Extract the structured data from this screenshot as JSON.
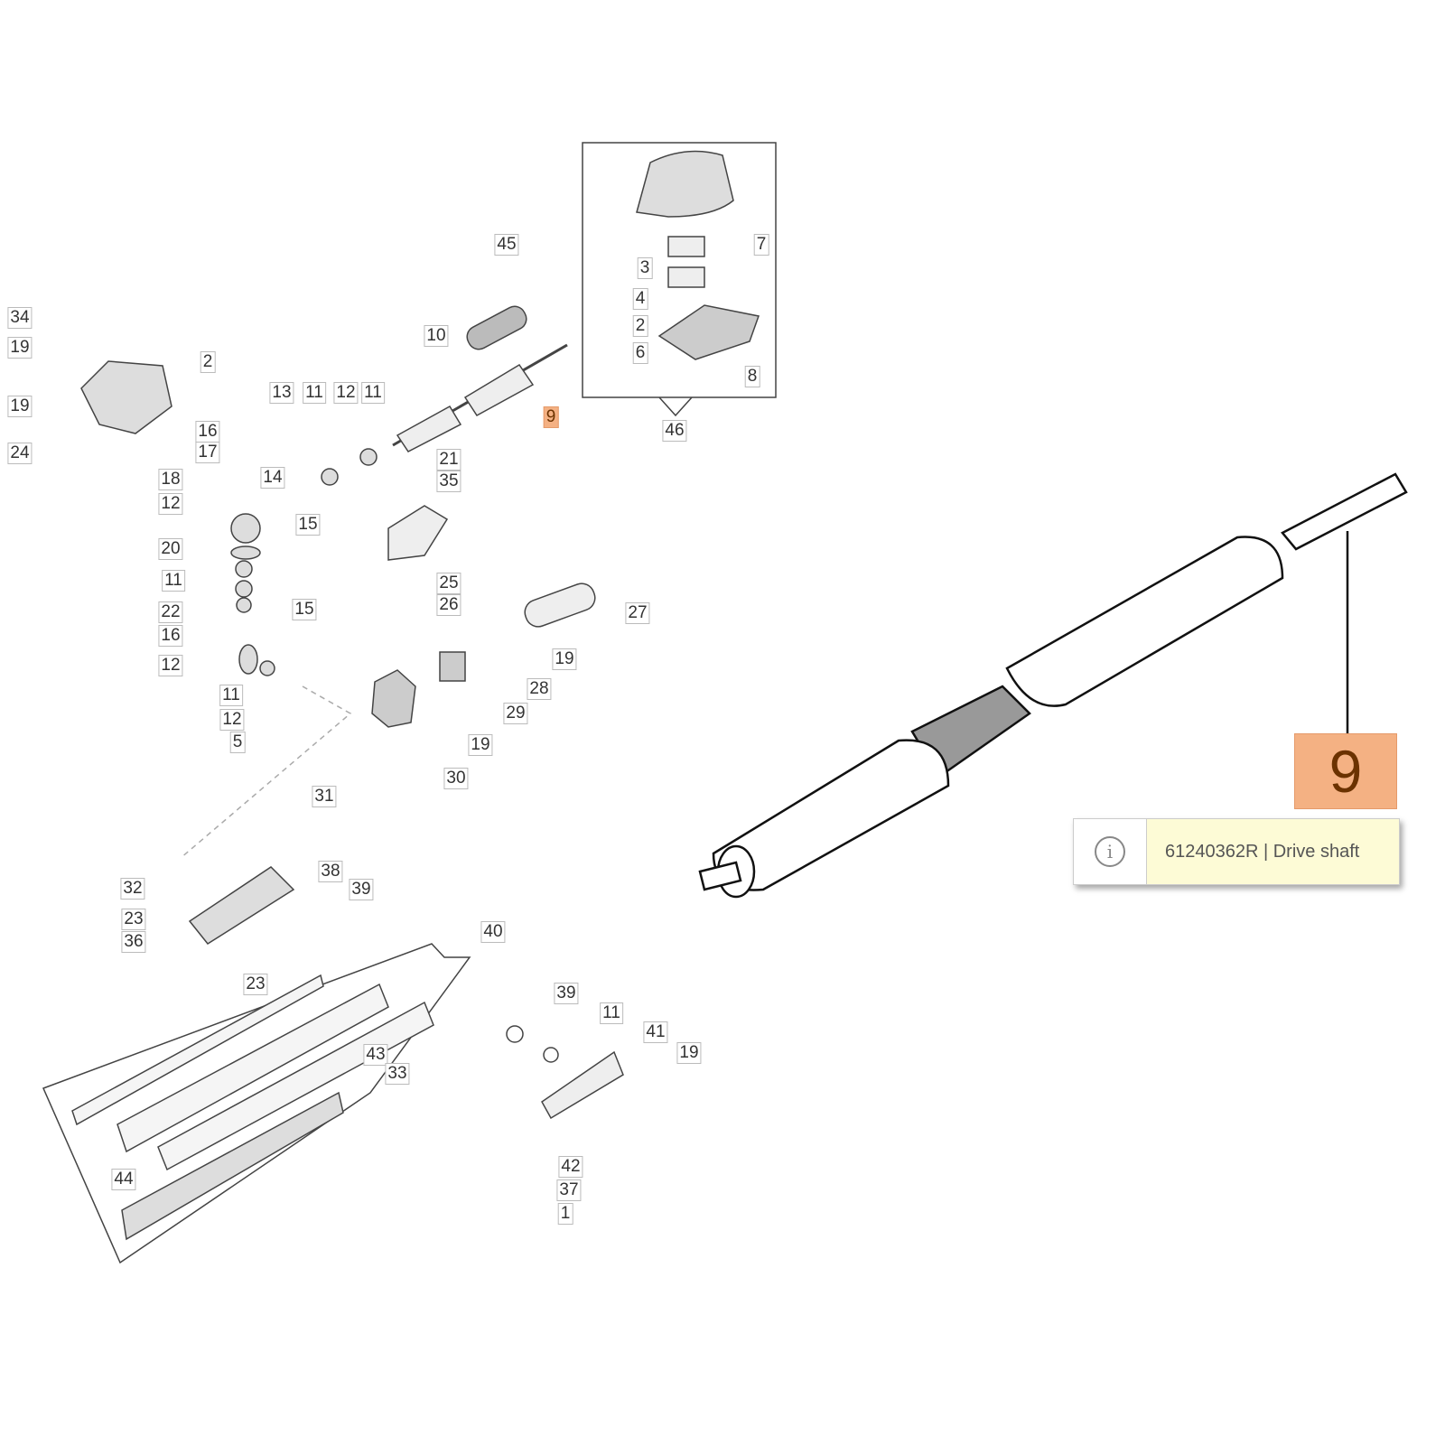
{
  "diagram": {
    "callouts": [
      "34",
      "19",
      "19",
      "24",
      "2",
      "16",
      "17",
      "18",
      "12",
      "14",
      "15",
      "13",
      "11",
      "12",
      "11",
      "20",
      "11",
      "15",
      "22",
      "16",
      "12",
      "11",
      "12",
      "5",
      "45",
      "10",
      "9",
      "21",
      "35",
      "25",
      "26",
      "27",
      "19",
      "28",
      "29",
      "19",
      "30",
      "31",
      "7",
      "3",
      "4",
      "2",
      "6",
      "8",
      "46",
      "32",
      "38",
      "39",
      "23",
      "36",
      "40",
      "23",
      "43",
      "33",
      "44",
      "39",
      "11",
      "41",
      "19",
      "42",
      "37",
      "1"
    ],
    "highlighted_callout": "9",
    "highlight_color": "#f4b183"
  },
  "detail": {
    "part_number_label": "9",
    "tooltip_icon": "info-icon",
    "tooltip_text": "61240362R | Drive shaft",
    "tooltip_bg": "#fdfbd6"
  }
}
